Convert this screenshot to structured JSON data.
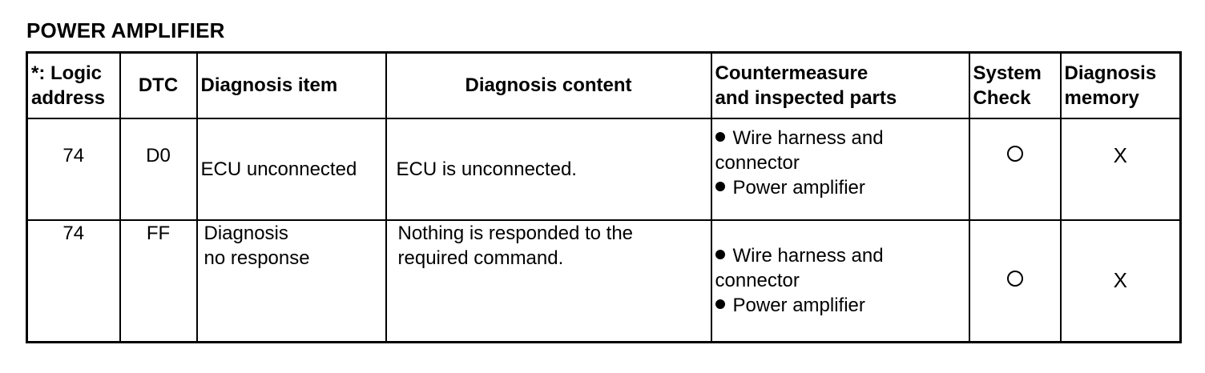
{
  "title": "POWER AMPLIFIER",
  "table": {
    "headers": {
      "logic_address": [
        "*: Logic",
        "address"
      ],
      "dtc": "DTC",
      "diagnosis_item": "Diagnosis item",
      "diagnosis_content": "Diagnosis content",
      "countermeasure": [
        "Countermeasure",
        "and inspected parts"
      ],
      "system_check": [
        "System",
        "Check"
      ],
      "diagnosis_memory": [
        "Diagnosis",
        "memory"
      ]
    },
    "rows": [
      {
        "logic_address": "74",
        "dtc": "D0",
        "diagnosis_item": [
          "ECU unconnected"
        ],
        "diagnosis_content": [
          "ECU is unconnected."
        ],
        "countermeasure": [
          {
            "bullet": true,
            "text": "Wire harness and"
          },
          {
            "bullet": false,
            "text": "connector"
          },
          {
            "bullet": true,
            "text": "Power amplifier"
          }
        ],
        "system_check": "circle",
        "diagnosis_memory": "X"
      },
      {
        "logic_address": "74",
        "dtc": "FF",
        "diagnosis_item": [
          "Diagnosis",
          "no response"
        ],
        "diagnosis_content": [
          "Nothing is responded to the",
          "required command."
        ],
        "countermeasure": [
          {
            "bullet": true,
            "text": "Wire harness and"
          },
          {
            "bullet": false,
            "text": "connector"
          },
          {
            "bullet": true,
            "text": "Power amplifier"
          }
        ],
        "system_check": "circle",
        "diagnosis_memory": "X"
      }
    ]
  }
}
